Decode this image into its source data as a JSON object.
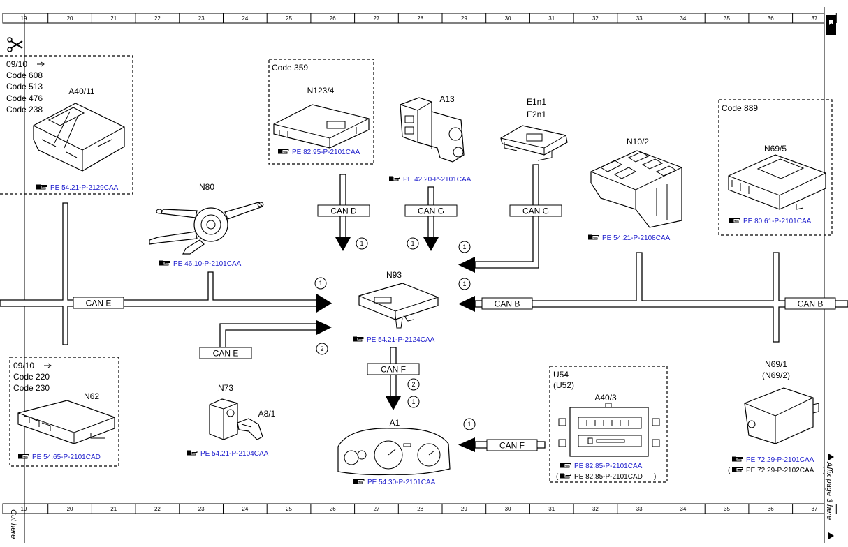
{
  "ruler": {
    "numbers": [
      "19",
      "20",
      "21",
      "22",
      "23",
      "24",
      "25",
      "26",
      "27",
      "28",
      "29",
      "30",
      "31",
      "32",
      "33",
      "34",
      "35",
      "36",
      "37"
    ]
  },
  "margin": {
    "cut_here": "Cut here",
    "affix_page": "Affix page 3 here"
  },
  "groups": {
    "a40_11": {
      "date": "09/10",
      "codes": [
        "Code 608",
        "Code 513",
        "Code 476",
        "Code 238"
      ]
    },
    "n123_4": {
      "code": "Code 359"
    },
    "n69_5": {
      "code": "Code 889"
    },
    "n62": {
      "date": "09/10",
      "codes": [
        "Code 220",
        "Code 230"
      ]
    },
    "u54": {
      "line1": "U54",
      "line2": "(U52)"
    }
  },
  "components": {
    "a40_11": {
      "label": "A40/11",
      "ref": "PE 54.21-P-2129CAA"
    },
    "n123_4": {
      "label": "N123/4",
      "ref": "PE 82.95-P-2101CAA"
    },
    "a13": {
      "label": "A13",
      "ref": "PE 42.20-P-2101CAA"
    },
    "e1n1": {
      "label": "E1n1",
      "label2": "E2n1"
    },
    "n10_2": {
      "label": "N10/2",
      "ref": "PE 54.21-P-2108CAA"
    },
    "n69_5": {
      "label": "N69/5",
      "ref": "PE 80.61-P-2101CAA"
    },
    "n80": {
      "label": "N80",
      "ref": "PE 46.10-P-2101CAA"
    },
    "n93": {
      "label": "N93",
      "ref": "PE 54.21-P-2124CAA"
    },
    "n73": {
      "label": "N73",
      "label2": "A8/1",
      "ref": "PE 54.21-P-2104CAA"
    },
    "n62": {
      "label": "N62",
      "ref": "PE 54.65-P-2101CAD"
    },
    "a1": {
      "label": "A1",
      "ref": "PE 54.30-P-2101CAA"
    },
    "a40_3": {
      "label": "A40/3",
      "ref": "PE 82.85-P-2101CAA",
      "ref2": "PE 82.85-P-2101CAD"
    },
    "n69_1": {
      "label": "N69/1",
      "label2": "(N69/2)",
      "ref": "PE 72.29-P-2101CAA",
      "ref2": "PE 72.29-P-2102CAA"
    }
  },
  "buses": {
    "can_d": "CAN D",
    "can_g1": "CAN G",
    "can_g2": "CAN G",
    "can_e1": "CAN E",
    "can_e2": "CAN E",
    "can_b1": "CAN B",
    "can_b2": "CAN B",
    "can_f1": "CAN F",
    "can_f2": "CAN F"
  },
  "markers": {
    "m_cand": "1",
    "m_cang1": "1",
    "m_cang2a": "1",
    "m_cang2b": "1",
    "m_cane1": "1",
    "m_cane2": "2",
    "m_canf1a": "2",
    "m_canf1b": "1",
    "m_canf2": "1"
  }
}
